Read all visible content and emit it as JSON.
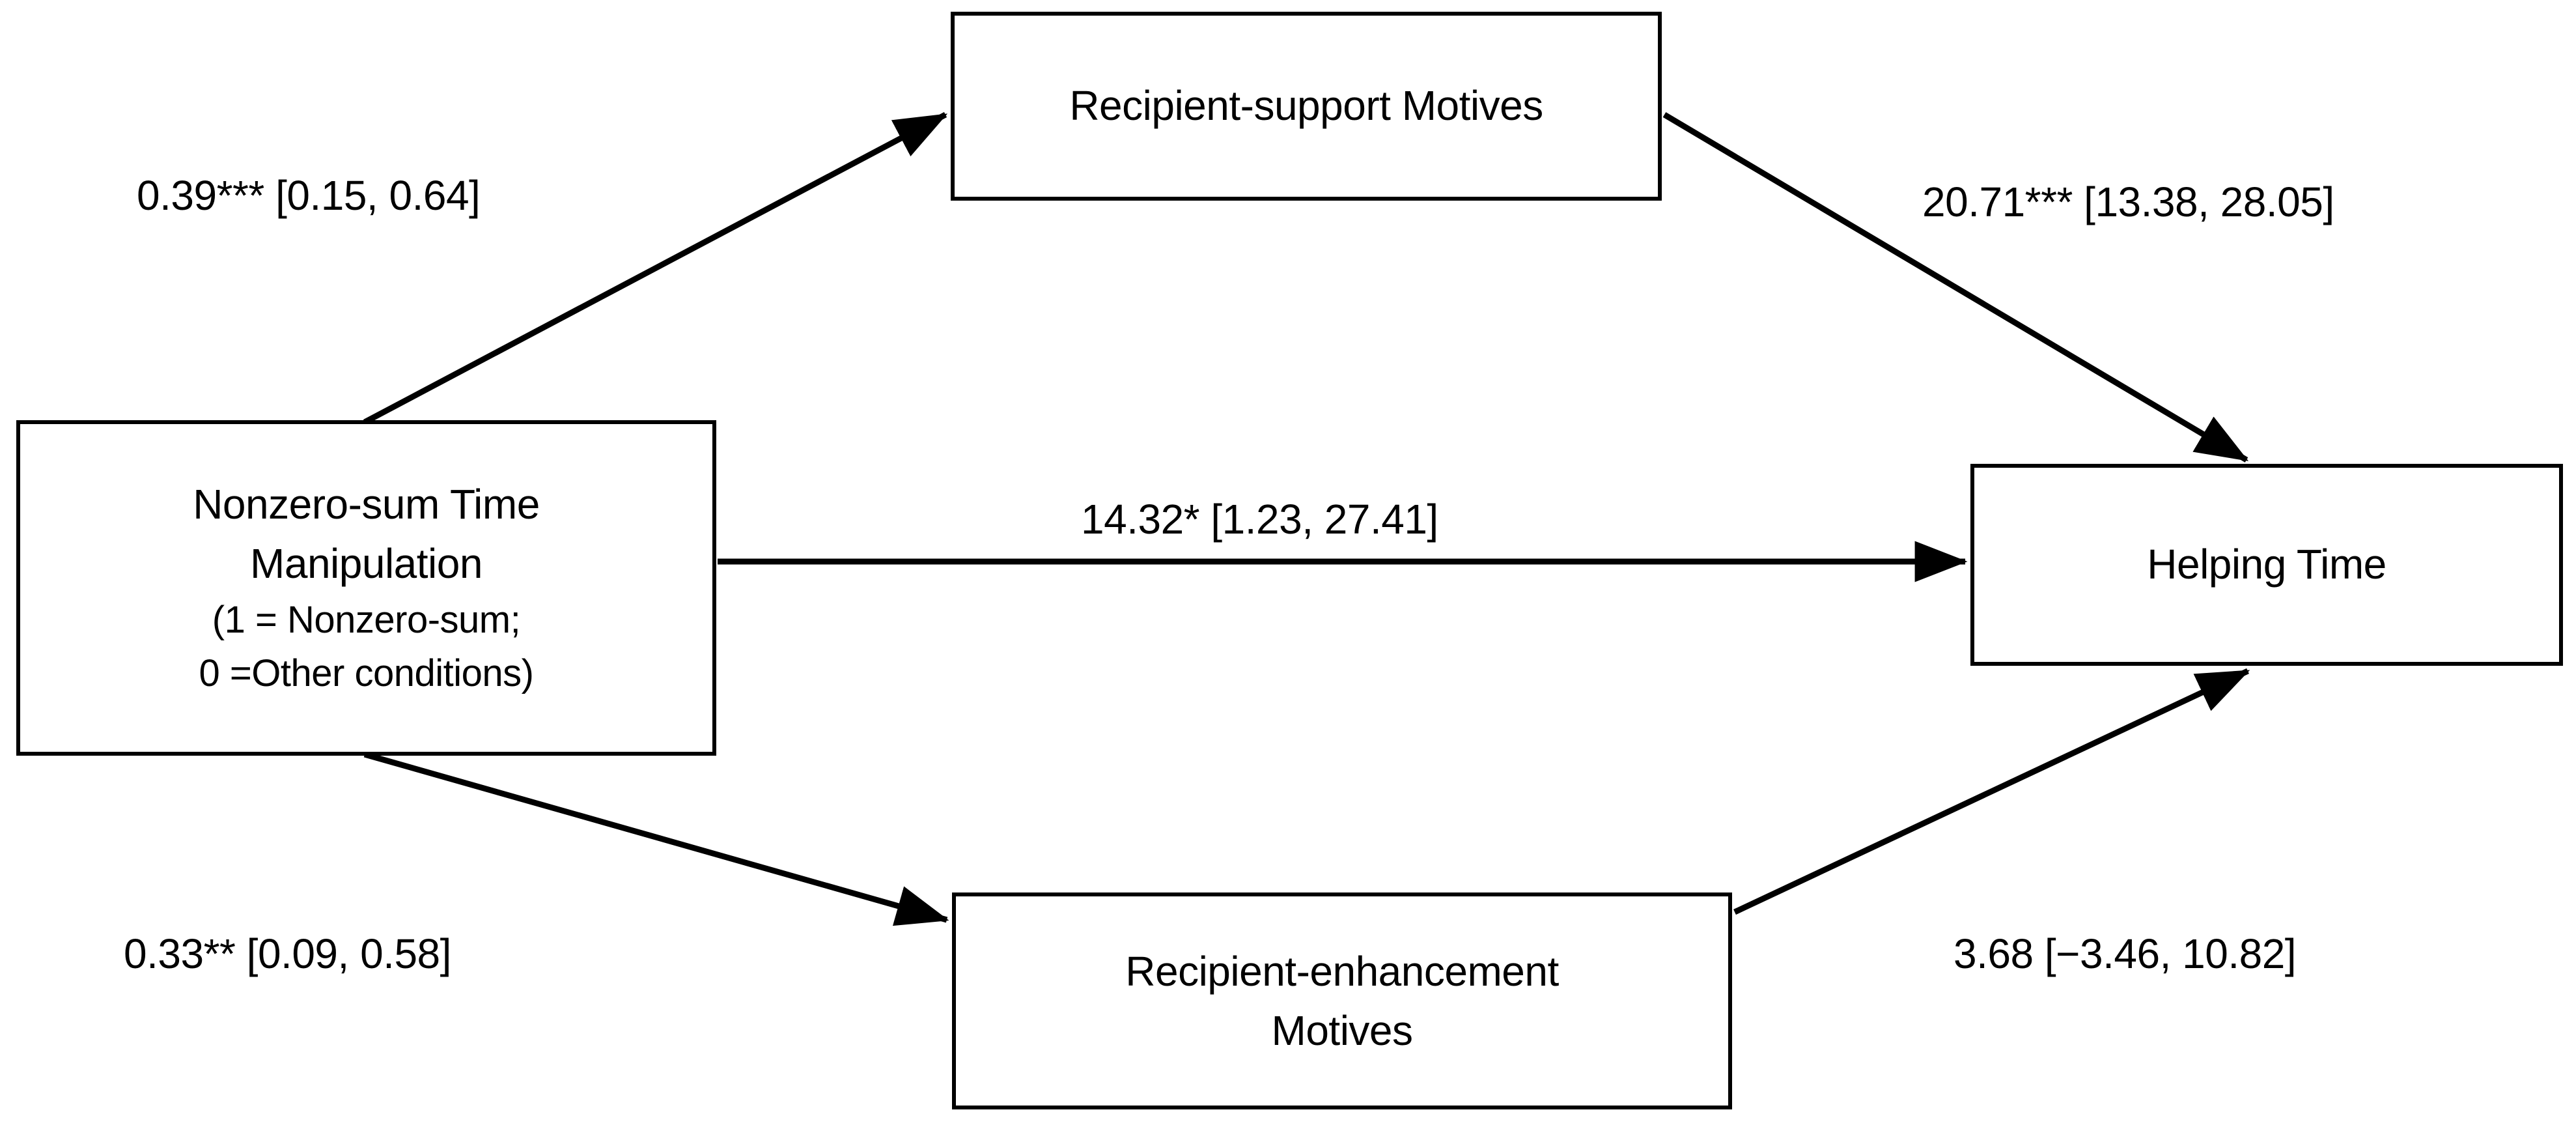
{
  "diagram": {
    "type": "mediation-path-model",
    "background_color": "#ffffff",
    "line_color": "#000000",
    "text_color": "#000000",
    "nodes": {
      "predictor": {
        "id": "nonzero-sum-time-manipulation",
        "lines": [
          "Nonzero-sum Time",
          "Manipulation",
          "(1 = Nonzero-sum;",
          "0 =Other conditions)"
        ]
      },
      "mediator_upper": {
        "id": "recipient-support-motives",
        "lines": [
          "Recipient-support Motives"
        ]
      },
      "mediator_lower": {
        "id": "recipient-enhancement-motives",
        "lines": [
          "Recipient-enhancement",
          "Motives"
        ]
      },
      "outcome": {
        "id": "helping-time",
        "lines": [
          "Helping Time"
        ]
      }
    },
    "paths": [
      {
        "id": "a1",
        "from": "nonzero-sum-time-manipulation",
        "to": "recipient-support-motives",
        "label": "0.39*** [0.15, 0.64]",
        "coefficient": 0.39,
        "significance": "***",
        "ci_low": 0.15,
        "ci_high": 0.64
      },
      {
        "id": "b1",
        "from": "recipient-support-motives",
        "to": "helping-time",
        "label": "20.71*** [13.38, 28.05]",
        "coefficient": 20.71,
        "significance": "***",
        "ci_low": 13.38,
        "ci_high": 28.05
      },
      {
        "id": "c-prime",
        "from": "nonzero-sum-time-manipulation",
        "to": "helping-time",
        "label": "14.32* [1.23, 27.41]",
        "coefficient": 14.32,
        "significance": "*",
        "ci_low": 1.23,
        "ci_high": 27.41
      },
      {
        "id": "a2",
        "from": "nonzero-sum-time-manipulation",
        "to": "recipient-enhancement-motives",
        "label": "0.33** [0.09, 0.58]",
        "coefficient": 0.33,
        "significance": "**",
        "ci_low": 0.09,
        "ci_high": 0.58
      },
      {
        "id": "b2",
        "from": "recipient-enhancement-motives",
        "to": "helping-time",
        "label": "3.68 [−3.46, 10.82]",
        "coefficient": 3.68,
        "significance": "",
        "ci_low": -3.46,
        "ci_high": 10.82
      }
    ]
  }
}
